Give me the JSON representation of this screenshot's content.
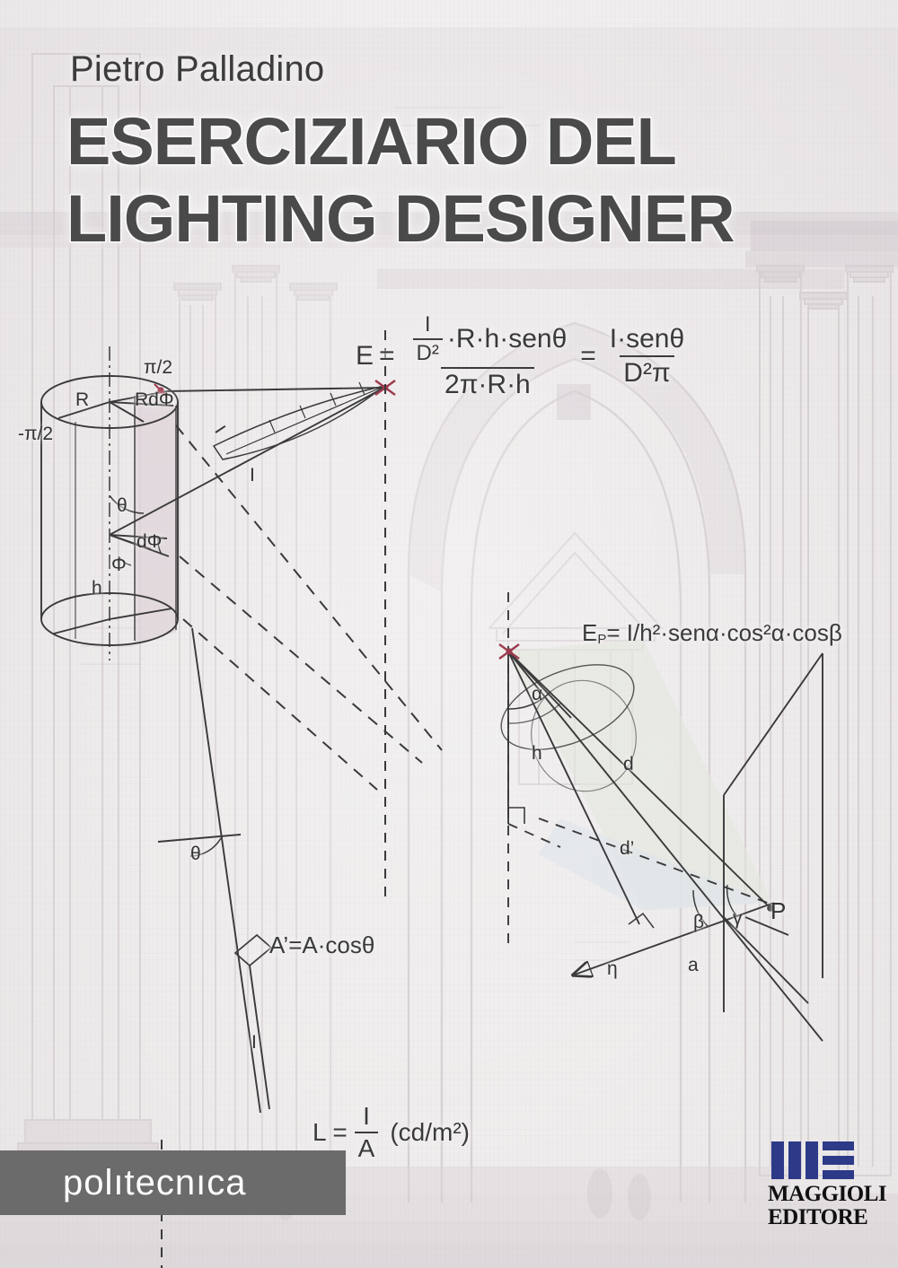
{
  "cover": {
    "author": "Pietro Palladino",
    "title_line1": "ESERCIZIARIO DEL",
    "title_line2": "LIGHTING DESIGNER",
    "series_badge": "polıtecnıca",
    "publisher_name_line1": "MAGGIOLI",
    "publisher_name_line2": "EDITORE",
    "background_subject": "faded architectural engraving of a classical church facade with pointed arch and columns",
    "colors": {
      "background": "#f1efef",
      "title_text": "#4a4a4a",
      "author_text": "#3c3c3c",
      "badge_bg": "#6b6b6b",
      "badge_text": "#ffffff",
      "publisher_mark": "#2d3a87",
      "diagram_line": "#3a3a3a",
      "highlight_point": "#9e3b4e",
      "shade_green": "#e3e6dc",
      "shade_blue": "#dde2e9"
    }
  },
  "formulas": {
    "illuminance": {
      "lhs": "E",
      "eq1": "=",
      "num_outer_num": "I",
      "num_outer_den": "D²",
      "num_rest": "·R·h·senθ",
      "den": "2π·R·h",
      "eq2": "=",
      "rhs_num": "I·senθ",
      "rhs_den": "D²π"
    },
    "point_illuminance": {
      "lhs": "E",
      "lhs_sub": "P",
      "rest": "= I/h²·senα·cos²α·cosβ"
    },
    "projected_area": "A’=A·cosθ",
    "luminance": {
      "lhs": "L =",
      "num": "I",
      "den": "A",
      "unit": "(cd/m²)"
    }
  },
  "labels": {
    "cylinder": {
      "pi_half": "π/2",
      "neg_pi_half": "-π/2",
      "radius": "R",
      "arc_element": "RdΦ",
      "theta": "θ",
      "d_phi": "dΦ",
      "phi": "Φ",
      "height": "h",
      "intensity": "I"
    },
    "surface": {
      "theta": "θ",
      "intensity": "I"
    },
    "point_diagram": {
      "alpha": "α",
      "height": "h",
      "distance": "d",
      "distance_proj": "d’",
      "beta": "β",
      "gamma": "γ",
      "point": "P",
      "offset": "a",
      "eta": "η"
    }
  }
}
